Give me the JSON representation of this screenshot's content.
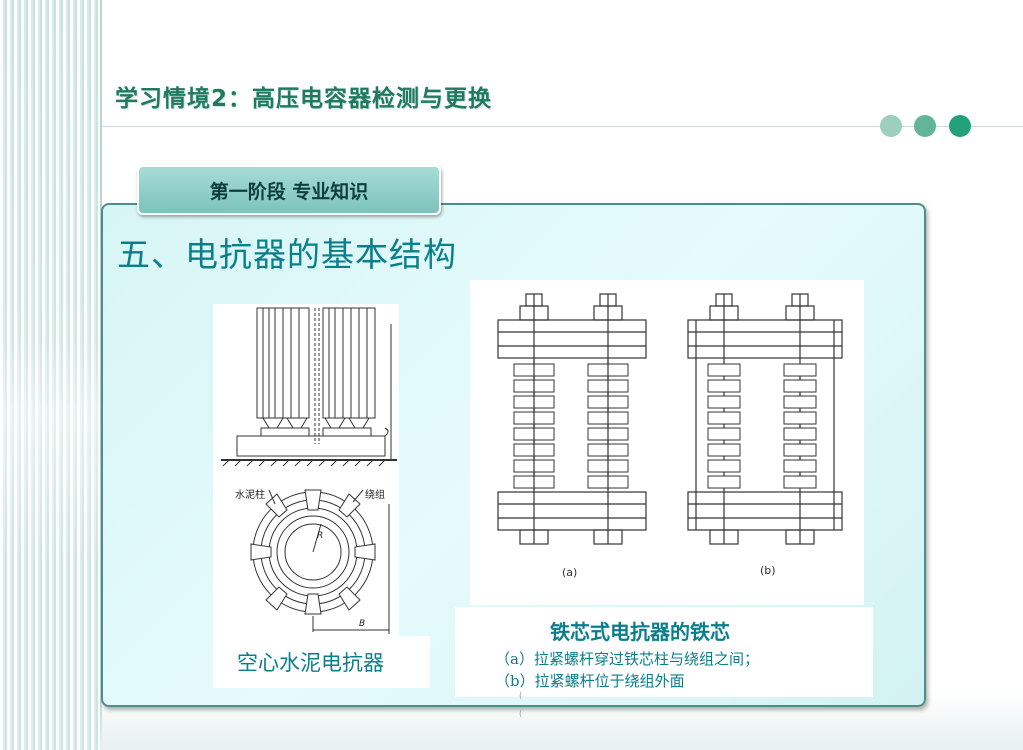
{
  "header": {
    "title": "学习情境2：高压电容器检测与更换"
  },
  "stage_tag": {
    "label": "第一阶段 专业知识"
  },
  "section": {
    "title": "五、电抗器的基本结构"
  },
  "left_figure": {
    "labels": {
      "cement_column": "水泥柱",
      "winding": "绕组",
      "radius": "R",
      "width": "B"
    },
    "caption": "空心水泥电抗器"
  },
  "right_figure": {
    "labels": {
      "a": "(a)",
      "b": "(b)"
    },
    "caption_title": "铁芯式电抗器的铁芯",
    "caption_lines": [
      "（a）拉紧螺杆穿过铁芯柱与绕组之间；",
      "（b）拉紧螺杆位于绕组外面"
    ],
    "stray_marks": [
      "(",
      "("
    ]
  },
  "colors": {
    "accent": "#0a7f8c",
    "title_green": "#1f7a60",
    "panel_border": "#4d8f88"
  }
}
